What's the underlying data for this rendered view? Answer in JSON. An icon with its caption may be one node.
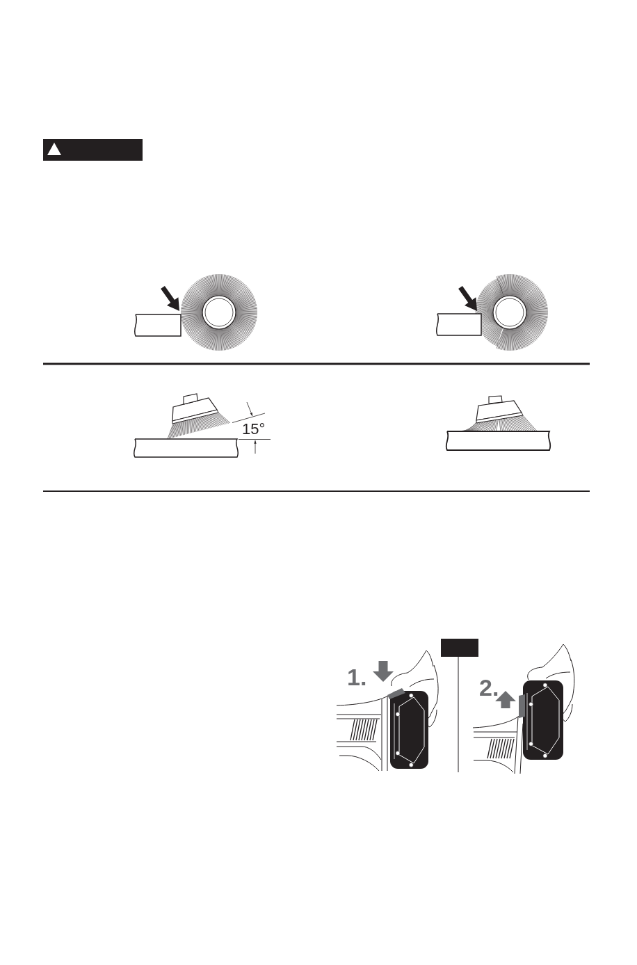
{
  "diagram": {
    "labels": [
      "15°",
      "1.",
      "2."
    ]
  }
}
